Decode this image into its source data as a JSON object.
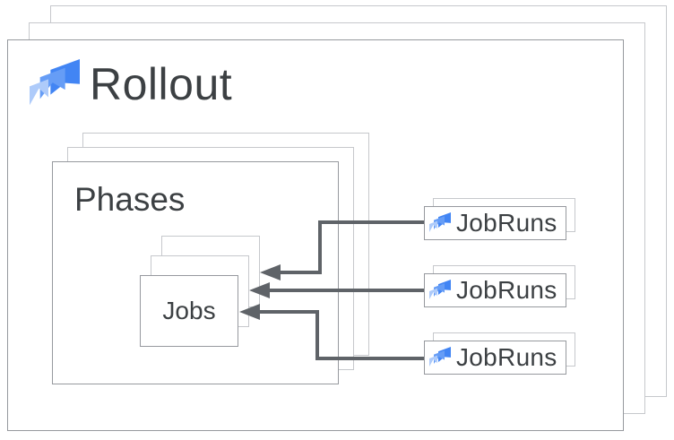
{
  "diagram": {
    "title": "Rollout",
    "phases": {
      "label": "Phases"
    },
    "jobs": {
      "label": "Jobs"
    },
    "jobruns": [
      {
        "label": "JobRuns"
      },
      {
        "label": "JobRuns"
      },
      {
        "label": "JobRuns"
      }
    ],
    "colors": {
      "icon_blue_dark": "#4285F4",
      "icon_blue_medium": "#669DF6",
      "icon_blue_light": "#AECBFA",
      "arrow": "#5F6368",
      "border_main": "#96999E",
      "border_shadow": "#C6C8CC",
      "text": "#3C4043"
    }
  }
}
